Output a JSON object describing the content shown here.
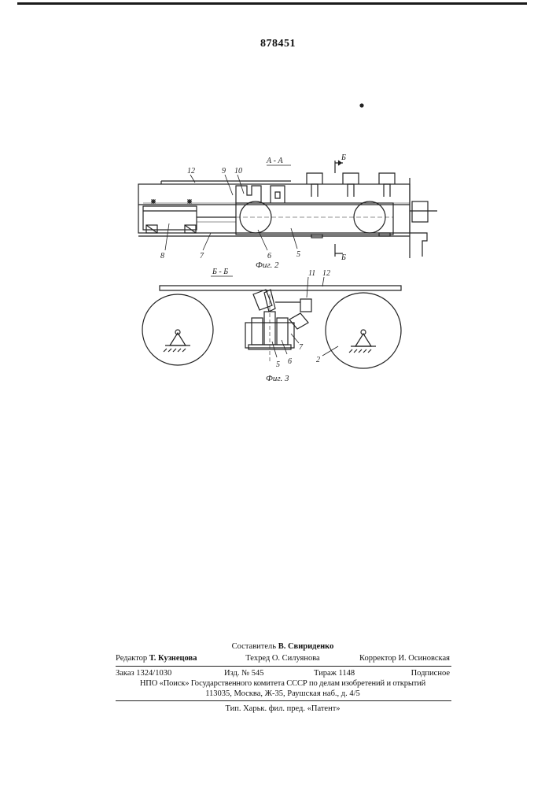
{
  "patent_number": "878451",
  "figure2": {
    "section_label": "А - А",
    "cut_label_top": "Б",
    "cut_label_bottom": "Б",
    "caption": "Фиг. 2",
    "parts": [
      "12",
      "9",
      "10",
      "8",
      "7",
      "6",
      "5"
    ]
  },
  "figure3": {
    "section_label": "Б - Б",
    "caption": "Фиг. 3",
    "parts": [
      "11",
      "12",
      "7",
      "6",
      "5",
      "2"
    ]
  },
  "credits": {
    "compiler_role": "Составитель",
    "compiler_name": "В. Свириденко",
    "editor_role": "Редактор",
    "editor_name": "Т. Кузнецова",
    "techred_role": "Техред",
    "techred_name": "О. Силуянова",
    "corrector_role": "Корректор",
    "corrector_name": "И. Осиновская",
    "order": "Заказ 1324/1030",
    "edition": "Изд. № 545",
    "circulation": "Тираж 1148",
    "subscription": "Подписное",
    "org_line1": "НПО «Поиск» Государственного комитета СССР по делам изобретений и открытий",
    "org_line2": "113035, Москва, Ж-35, Раушская наб., д. 4/5",
    "printer": "Тип. Харьк. фил. пред. «Патент»"
  }
}
